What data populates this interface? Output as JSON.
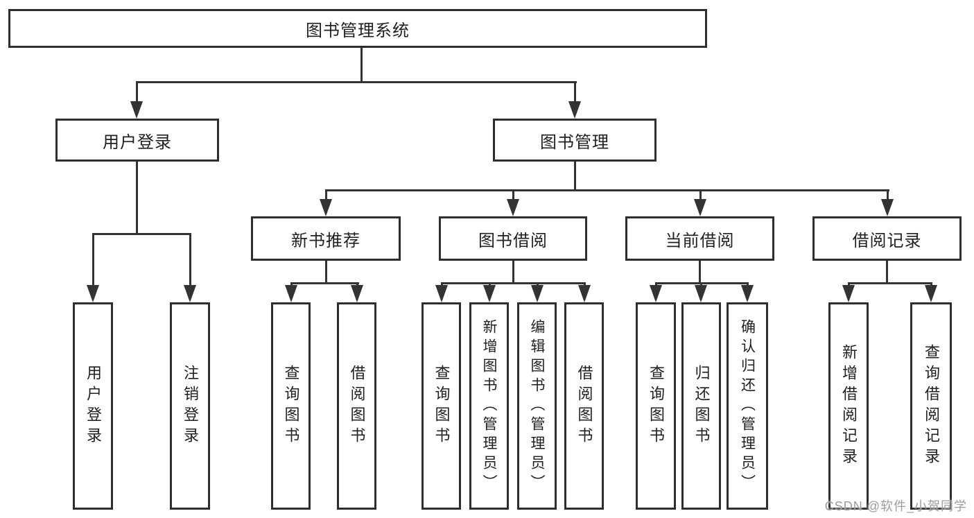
{
  "title": "图书管理系统",
  "watermark": "CSDN @软件_小贺同学",
  "colors": {
    "line": "#333333",
    "box_border": "#2e2e2e",
    "text": "#1f1f1f",
    "background": "#ffffff",
    "watermark": "#9c9c9c"
  },
  "tree": {
    "label": "图书管理系统",
    "children": [
      {
        "label": "用户登录",
        "children": [
          {
            "label": "用户登录"
          },
          {
            "label": "注销登录"
          }
        ]
      },
      {
        "label": "图书管理",
        "children": [
          {
            "label": "新书推荐",
            "children": [
              {
                "label": "查询图书"
              },
              {
                "label": "借阅图书"
              }
            ]
          },
          {
            "label": "图书借阅",
            "children": [
              {
                "label": "查询图书"
              },
              {
                "label": "新增图书（管理员）"
              },
              {
                "label": "编辑图书（管理员）"
              },
              {
                "label": "借阅图书"
              }
            ]
          },
          {
            "label": "当前借阅",
            "children": [
              {
                "label": "查询图书"
              },
              {
                "label": "归还图书"
              },
              {
                "label": "确认归还（管理员）"
              }
            ]
          },
          {
            "label": "借阅记录",
            "children": [
              {
                "label": "新增借阅记录"
              },
              {
                "label": "查询借阅记录"
              }
            ]
          }
        ]
      }
    ]
  }
}
